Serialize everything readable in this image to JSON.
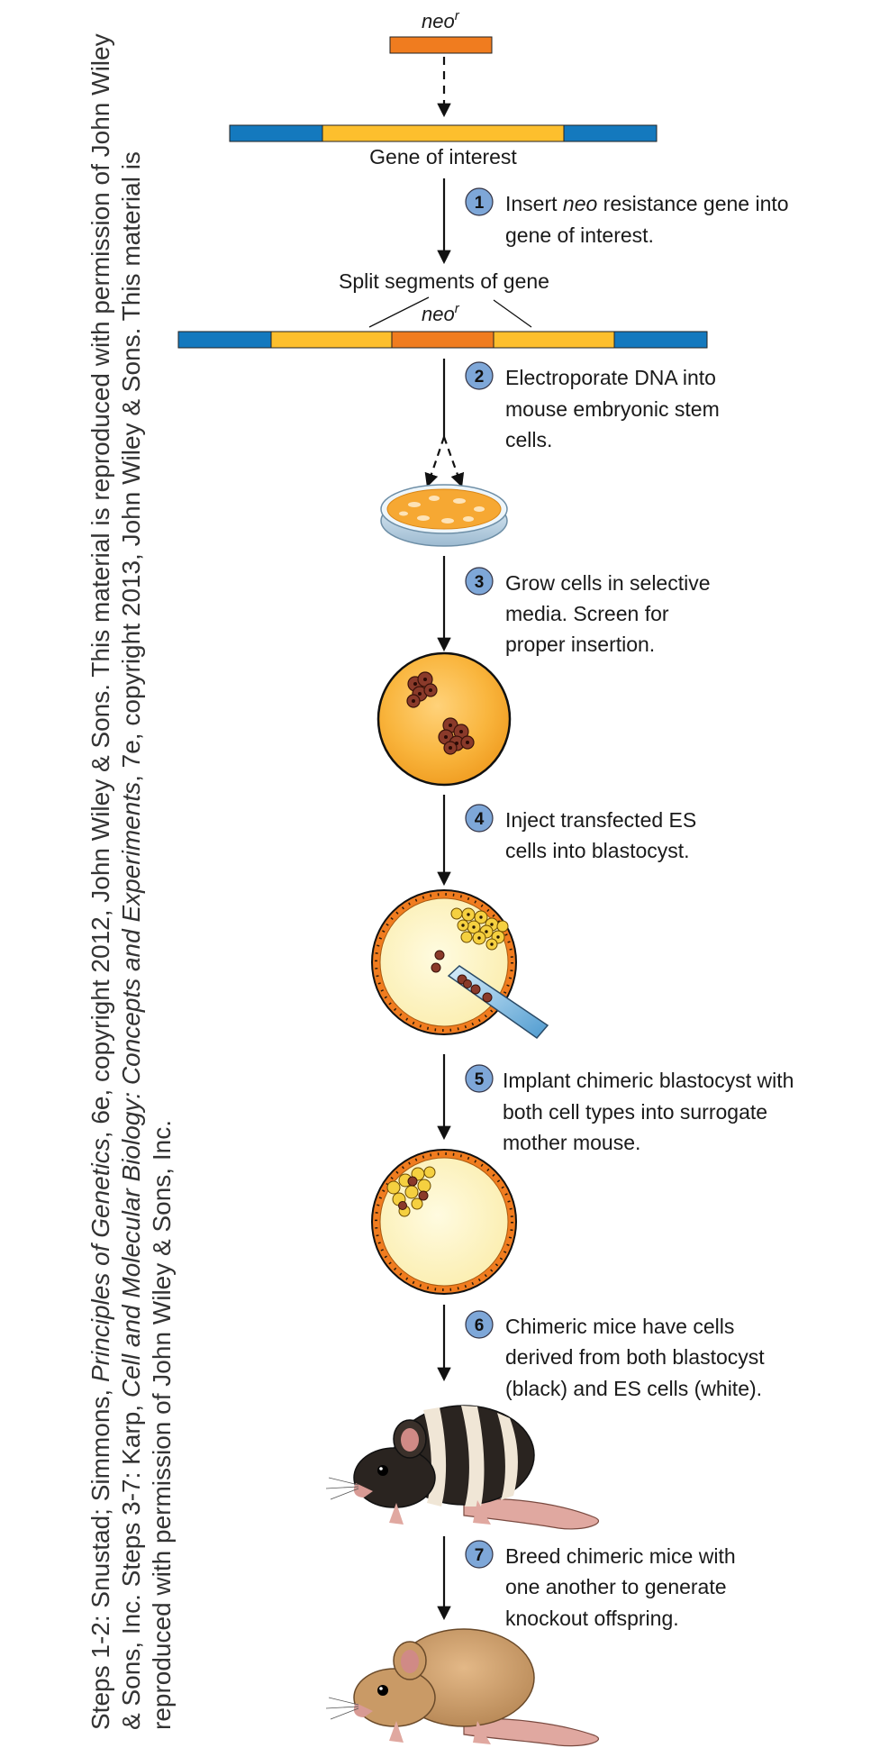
{
  "credit": {
    "line1a": "Steps 1-2: Snustad; Simmons, ",
    "book1": "Principles of Genetics",
    "line1b": ", 6e, copyright 2012, John Wiley & Sons. This material is reproduced with permission of John Wiley & Sons, Inc. Steps 3-7: Karp, ",
    "book2": "Cell and Molecular Biology: Concepts and Experiments",
    "line1c": ", 7e, copyright 2013, John Wiley & Sons. This material is reproduced with permission of John Wiley & Sons, Inc."
  },
  "neo_label": "neo",
  "neo_sup": "r",
  "gene_label": "Gene of interest",
  "split_label": "Split segments of gene",
  "colors": {
    "blue": "#1479be",
    "yellow": "#fdbf2d",
    "orange": "#f07c1f",
    "badge": "#7ea7d8"
  },
  "steps": [
    {
      "num": "1",
      "lines": [
        {
          "pre": "Insert ",
          "em": "neo",
          "post": " resistance gene into"
        },
        {
          "pre": "gene of interest.",
          "em": "",
          "post": ""
        }
      ]
    },
    {
      "num": "2",
      "lines": [
        {
          "pre": "Electroporate DNA into",
          "em": "",
          "post": ""
        },
        {
          "pre": "mouse embryonic stem",
          "em": "",
          "post": ""
        },
        {
          "pre": "cells.",
          "em": "",
          "post": ""
        }
      ]
    },
    {
      "num": "3",
      "lines": [
        {
          "pre": "Grow cells in selective",
          "em": "",
          "post": ""
        },
        {
          "pre": "media. Screen for",
          "em": "",
          "post": ""
        },
        {
          "pre": "proper insertion.",
          "em": "",
          "post": ""
        }
      ]
    },
    {
      "num": "4",
      "lines": [
        {
          "pre": "Inject transfected ES",
          "em": "",
          "post": ""
        },
        {
          "pre": "cells into blastocyst.",
          "em": "",
          "post": ""
        }
      ]
    },
    {
      "num": "5",
      "lines": [
        {
          "pre": "Implant chimeric blastocyst with",
          "em": "",
          "post": ""
        },
        {
          "pre": "both cell types into surrogate",
          "em": "",
          "post": ""
        },
        {
          "pre": "mother mouse.",
          "em": "",
          "post": ""
        }
      ]
    },
    {
      "num": "6",
      "lines": [
        {
          "pre": "Chimeric mice have cells",
          "em": "",
          "post": ""
        },
        {
          "pre": "derived from both blastocyst",
          "em": "",
          "post": ""
        },
        {
          "pre": "(black) and ES cells (white).",
          "em": "",
          "post": ""
        }
      ]
    },
    {
      "num": "7",
      "lines": [
        {
          "pre": "Breed chimeric mice with",
          "em": "",
          "post": ""
        },
        {
          "pre": "one another to generate",
          "em": "",
          "post": ""
        },
        {
          "pre": "knockout offspring.",
          "em": "",
          "post": ""
        }
      ]
    }
  ]
}
